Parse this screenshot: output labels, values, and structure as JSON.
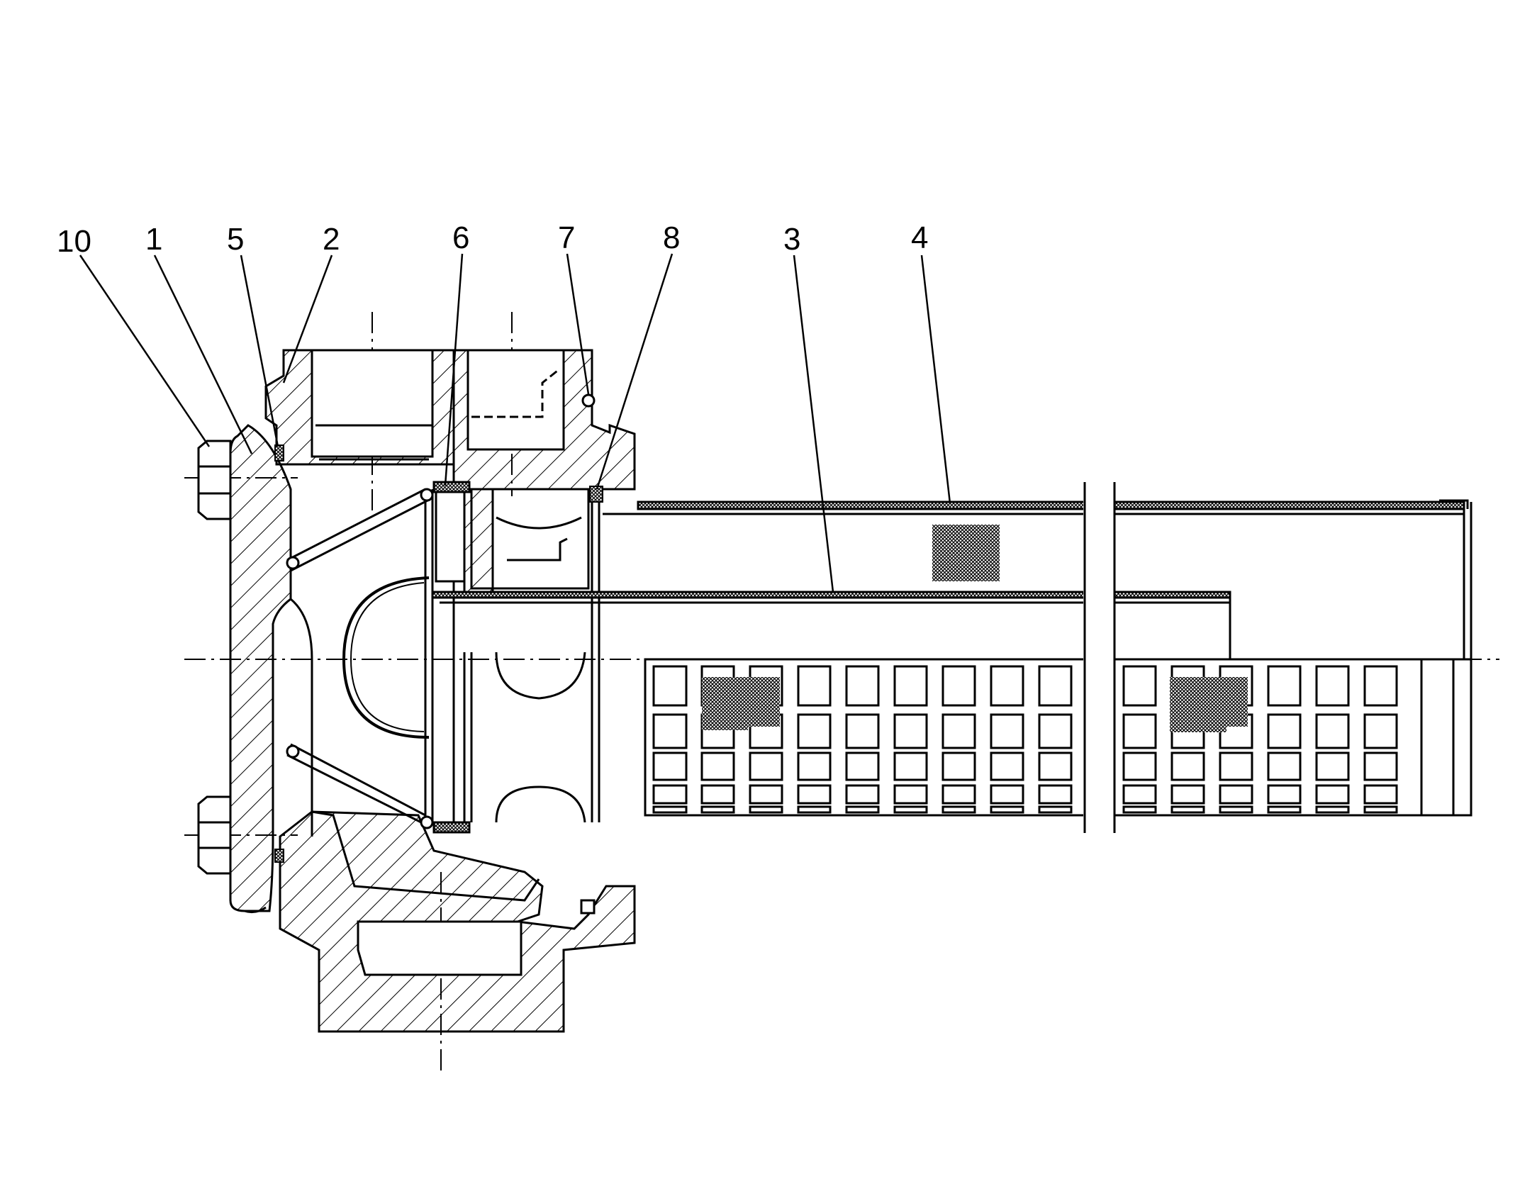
{
  "callouts": [
    {
      "id": "c10",
      "text": "10"
    },
    {
      "id": "c1",
      "text": "1"
    },
    {
      "id": "c5",
      "text": "5"
    },
    {
      "id": "c2",
      "text": "2"
    },
    {
      "id": "c6",
      "text": "6"
    },
    {
      "id": "c7",
      "text": "7"
    },
    {
      "id": "c8",
      "text": "8"
    },
    {
      "id": "c3",
      "text": "3"
    },
    {
      "id": "c4",
      "text": "4"
    }
  ],
  "colors": {
    "line": "#000000",
    "background": "#ffffff"
  }
}
